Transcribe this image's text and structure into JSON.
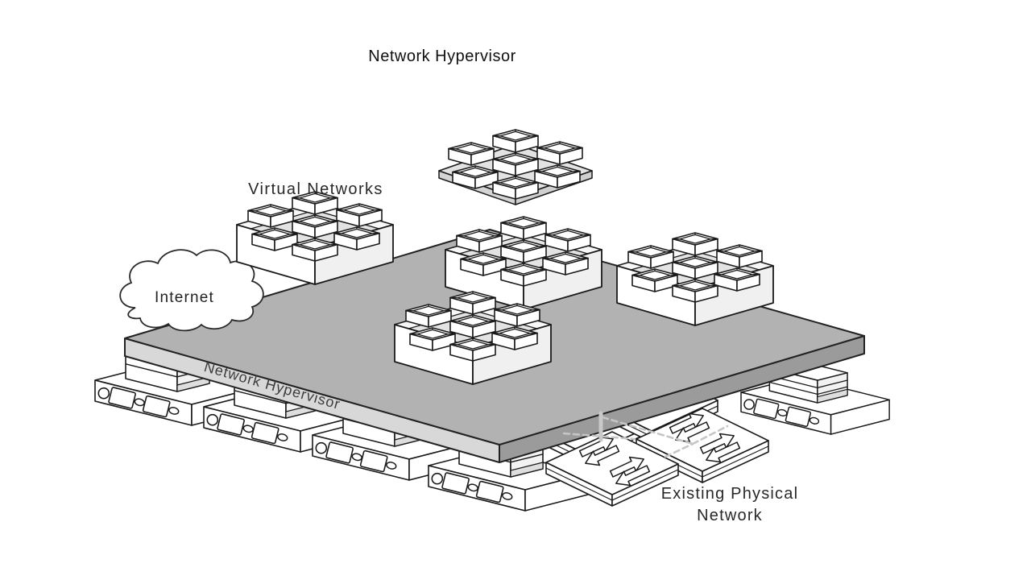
{
  "title": "Network Hypervisor",
  "labels": {
    "virtual_networks": "Virtual Networks",
    "internet": "Internet",
    "hypervisor_plane": "Network Hypervisor",
    "existing_physical_line1": "Existing Physical",
    "existing_physical_line2": "Network"
  },
  "colors": {
    "background": "#ffffff",
    "outline": "#1a1a1a",
    "plane_top": "#b2b2b2",
    "plane_edge_left": "#d8d8d8",
    "plane_edge_right": "#9b9b9b",
    "box_top": "#e3e3e3",
    "box_side": "#f0f0f0",
    "box_rim": "#f7f7f7",
    "plate_top": "#e2e2e2",
    "plate_edge": "#d4d4d4",
    "pedestal_accent": "#dedede",
    "dashed_link": "#c6c6c6",
    "link_post": "#c9c9c9",
    "label_text": "#282828",
    "plane_label_text": "#3d3d3d"
  },
  "structure": {
    "virtual_network_boxes": 5,
    "cubes_per_virtual_network": 7,
    "physical_servers": 5,
    "physical_switches": 2
  }
}
